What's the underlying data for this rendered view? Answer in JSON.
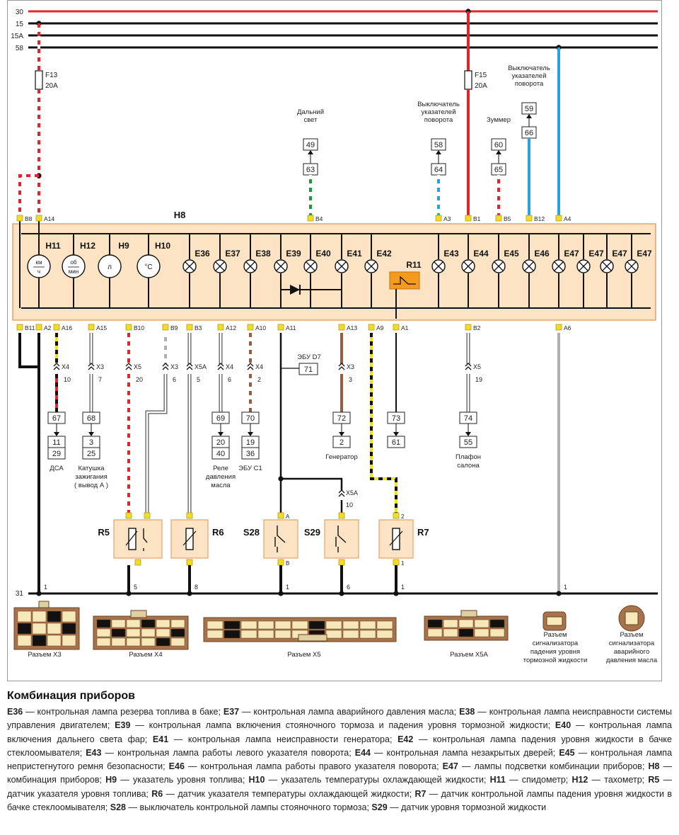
{
  "buses": [
    {
      "label": "30",
      "color": "#e0262c"
    },
    {
      "label": "15",
      "color": "#111111"
    },
    {
      "label": "15A",
      "color": "#111111"
    },
    {
      "label": "58",
      "color": "#111111"
    }
  ],
  "ground_label": "31",
  "fuses": [
    {
      "name": "F13",
      "rating": "20A"
    },
    {
      "name": "F15",
      "rating": "20A"
    }
  ],
  "cluster": {
    "name": "H8",
    "gauges": [
      {
        "name": "H11",
        "face": [
          "км",
          "ч"
        ]
      },
      {
        "name": "H12",
        "face": [
          "об",
          "мин"
        ]
      },
      {
        "name": "H9",
        "face": [
          "л"
        ]
      },
      {
        "name": "H10",
        "face": [
          "°C"
        ]
      }
    ],
    "lamps": [
      "E36",
      "E37",
      "E38",
      "E39",
      "E40",
      "E41",
      "E42",
      "E43",
      "E44",
      "E45",
      "E46",
      "E47",
      "E47",
      "E47",
      "E47"
    ],
    "relay": "R11",
    "top_pins": [
      "B8",
      "A14",
      "B4",
      "A3",
      "B1",
      "B5",
      "B12",
      "A4"
    ],
    "bottom_pins": [
      "B11",
      "A2",
      "A16",
      "A15",
      "B10",
      "B9",
      "B3",
      "A12",
      "A10",
      "A11",
      "A13",
      "A9",
      "A1",
      "B2",
      "A6"
    ]
  },
  "top_connections": [
    {
      "label": [
        "Дальний",
        "свет"
      ],
      "boxes": [
        "49",
        "63"
      ]
    },
    {
      "label": [
        "Выключатель",
        "указателей",
        "поворота"
      ],
      "boxes": [
        "58",
        "64"
      ]
    },
    {
      "label": [
        "Зуммер"
      ],
      "boxes": [
        "60",
        "65"
      ]
    },
    {
      "label": [
        "Выключатель",
        "указателей",
        "поворота"
      ],
      "boxes": [
        "59",
        "66"
      ]
    }
  ],
  "connectors": [
    {
      "name": "X4",
      "pin": "10"
    },
    {
      "name": "X3",
      "pin": "7"
    },
    {
      "name": "X5",
      "pin": "20"
    },
    {
      "name": "X3",
      "pin": "6"
    },
    {
      "name": "X5A",
      "pin": "5"
    },
    {
      "name": "X4",
      "pin": "6"
    },
    {
      "name": "X4",
      "pin": "2"
    },
    {
      "name": "X3",
      "pin": "3"
    },
    {
      "name": "X5",
      "pin": "19"
    },
    {
      "name": "X5A",
      "pin": "10"
    }
  ],
  "bottom_blocks": [
    {
      "box": "67",
      "pair": [
        "11",
        "29"
      ],
      "label": [
        "ДСА"
      ]
    },
    {
      "box": "68",
      "pair": [
        "3",
        "25"
      ],
      "label": [
        "Катушка",
        "зажигания",
        "( вывод А )"
      ]
    },
    {
      "box": "69",
      "pair": [
        "20",
        "40"
      ],
      "label": [
        "Реле",
        "давления",
        "масла"
      ]
    },
    {
      "box": "70",
      "pair": [
        "19",
        "36"
      ],
      "label": [
        "ЭБУ С1"
      ]
    },
    {
      "box": "72",
      "pair": [
        "2"
      ],
      "label": [
        "Генератор"
      ]
    },
    {
      "box": "73",
      "pair": [
        "61"
      ],
      "label": []
    },
    {
      "box": "74",
      "pair": [
        "55"
      ],
      "label": [
        "Плафон",
        "салона"
      ]
    }
  ],
  "ecu": {
    "label": "ЭБУ D7",
    "box": "71"
  },
  "sensors": [
    {
      "name": "R5",
      "pins": []
    },
    {
      "name": "R6",
      "pins": []
    },
    {
      "name": "S28",
      "pins": [
        "A",
        "B"
      ]
    },
    {
      "name": "S29",
      "pins": []
    },
    {
      "name": "R7",
      "pins": [
        "2",
        "1"
      ]
    }
  ],
  "ground_pins": [
    "1",
    "5",
    "8",
    "1",
    "6",
    "1",
    "1"
  ],
  "plug_captions": [
    [
      "Разъем X3"
    ],
    [
      "Разъем X4"
    ],
    [
      "Разъем X5"
    ],
    [
      "Разъем X5A"
    ],
    [
      "Разъем",
      "сигнализатора",
      "падения уровня",
      "тормозной жидкости"
    ],
    [
      "Разъем",
      "сигнализатора",
      "аварийного",
      "давления масла"
    ]
  ],
  "caption": {
    "title": "Комбинация приборов",
    "items": [
      {
        "code": "E36",
        "text": "контрольная лампа резерва топлива в баке"
      },
      {
        "code": "E37",
        "text": "контрольная лампа аварийного давления масла"
      },
      {
        "code": "E38",
        "text": "контрольная лампа неисправности системы управления двигателем"
      },
      {
        "code": "E39",
        "text": "контрольная лампа включения стояночного тормоза и падения уровня тормозной жидкости"
      },
      {
        "code": "E40",
        "text": "контрольная лампа включения дальнего света фар"
      },
      {
        "code": "E41",
        "text": "контрольная лампа неисправности генератора"
      },
      {
        "code": "E42",
        "text": "контрольная лампа падения уровня жидкости в бачке стеклоомывателя"
      },
      {
        "code": "E43",
        "text": "контрольная лампа работы левого указателя поворота"
      },
      {
        "code": "E44",
        "text": "контрольная лампа незакрытых дверей"
      },
      {
        "code": "E45",
        "text": "контрольная лампа непристегнутого ремня безопасности"
      },
      {
        "code": "E46",
        "text": "контрольная лампа работы правого указателя поворота"
      },
      {
        "code": "E47",
        "text": "лампы подсветки комбинации приборов"
      },
      {
        "code": "H8",
        "text": "комбинация приборов"
      },
      {
        "code": "H9",
        "text": "указатель уровня топлива"
      },
      {
        "code": "H10",
        "text": "указатель температуры охлаждающей жидкости"
      },
      {
        "code": "H11",
        "text": "спидометр"
      },
      {
        "code": "H12",
        "text": "тахометр"
      },
      {
        "code": "R5",
        "text": "датчик указателя уровня топлива"
      },
      {
        "code": "R6",
        "text": "датчик указателя температуры охлаждающей жидкости"
      },
      {
        "code": "R7",
        "text": "датчик контрольной лампы падения уровня жидкости в бачке стеклоомывателя"
      },
      {
        "code": "S28",
        "text": "выключатель контрольной лампы стояночного тормоза"
      },
      {
        "code": "S29",
        "text": "датчик уровня тормозной жидкости"
      }
    ]
  },
  "colors": {
    "red": "#e0262c",
    "black": "#111111",
    "blue": "#29a3dc",
    "green": "#1a9a3a",
    "brown": "#9c5a3c",
    "yellow": "#f1e21a",
    "grey": "#b0b0b0",
    "panel": "#fbe3c4",
    "panel_border": "#e3a36a",
    "pin": "#f2dc2a"
  }
}
